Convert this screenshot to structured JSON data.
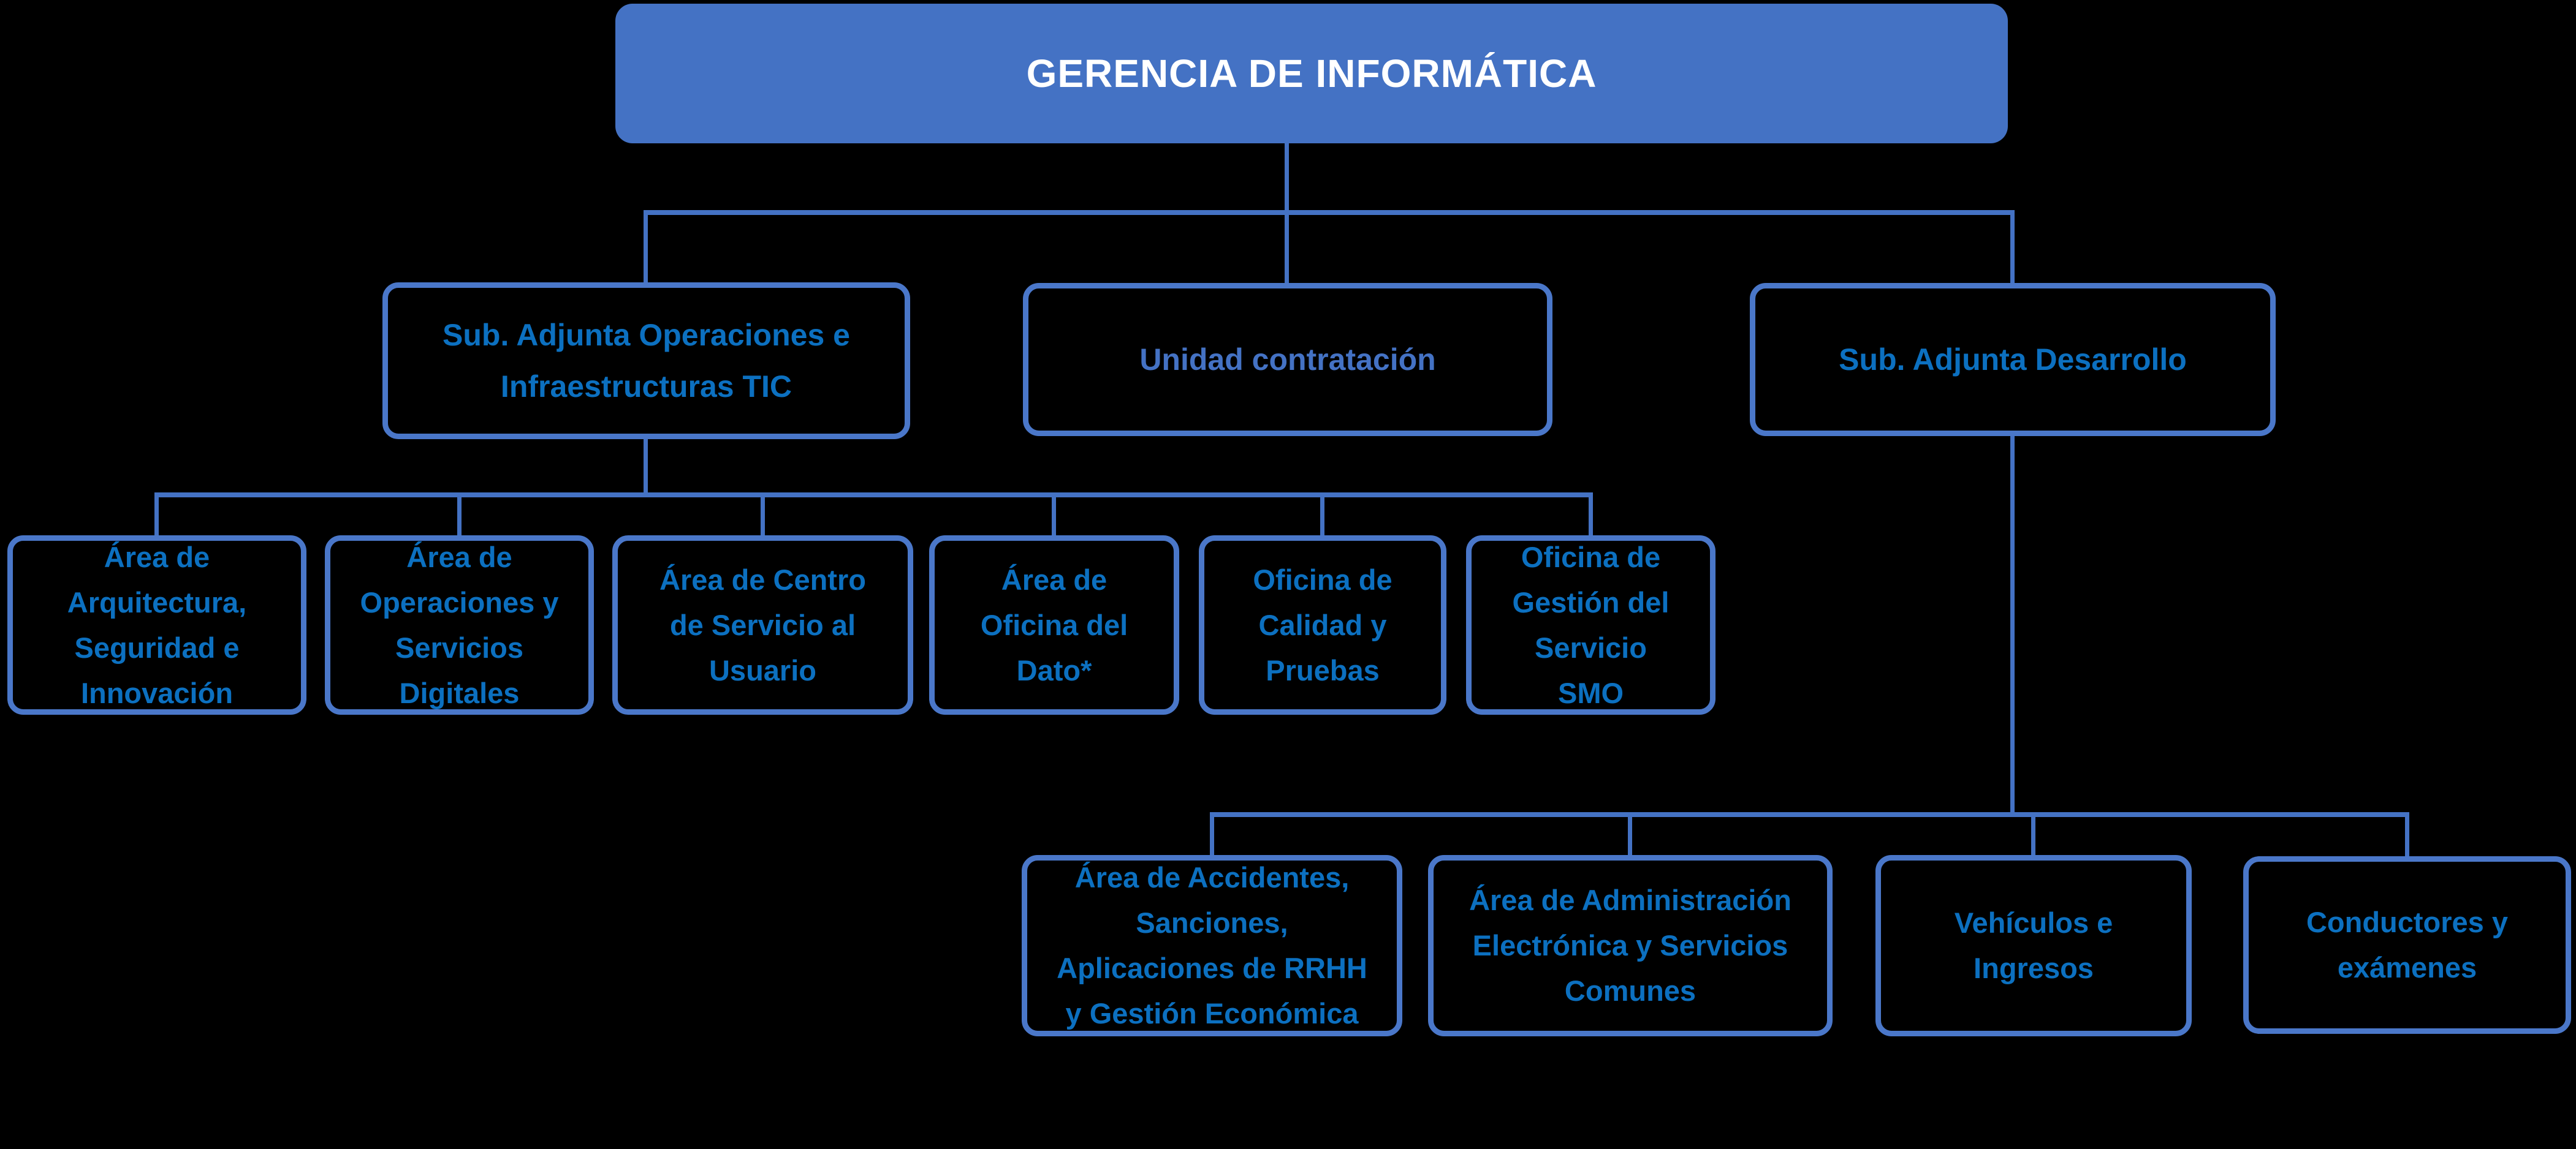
{
  "org_chart": {
    "root": {
      "label": "GERENCIA DE INFORMÁTICA"
    },
    "level2": [
      {
        "label": "Sub. Adjunta Operaciones e\nInfraestructuras TIC"
      },
      {
        "label": "Unidad contratación"
      },
      {
        "label": "Sub. Adjunta Desarrollo"
      }
    ],
    "tic_children": [
      {
        "label": "Área de\nArquitectura,\nSeguridad e\nInnovación"
      },
      {
        "label": "Área de\nOperaciones y\nServicios\nDigitales"
      },
      {
        "label": "Área de Centro\nde Servicio al\nUsuario"
      },
      {
        "label": "Área de\nOficina del\nDato*"
      },
      {
        "label": "Oficina de\nCalidad y\nPruebas"
      },
      {
        "label": "Oficina de\nGestión del\nServicio\nSMO"
      }
    ],
    "desarrollo_children": [
      {
        "label": "Área de Accidentes,\nSanciones,\nAplicaciones de RRHH\ny Gestión Económica"
      },
      {
        "label": "Área de Administración\nElectrónica y Servicios\nComunes"
      },
      {
        "label": "Vehículos e\nIngresos"
      },
      {
        "label": "Conductores y\nexámenes"
      }
    ],
    "colors": {
      "background": "#000000",
      "root_fill": "#4472C4",
      "root_text": "#FFFFFF",
      "box_border": "#4A77C9",
      "connector": "#4472C4",
      "node_text_blue": "#0C70C0",
      "unidad_contratacion_text": "#4472C4"
    }
  }
}
